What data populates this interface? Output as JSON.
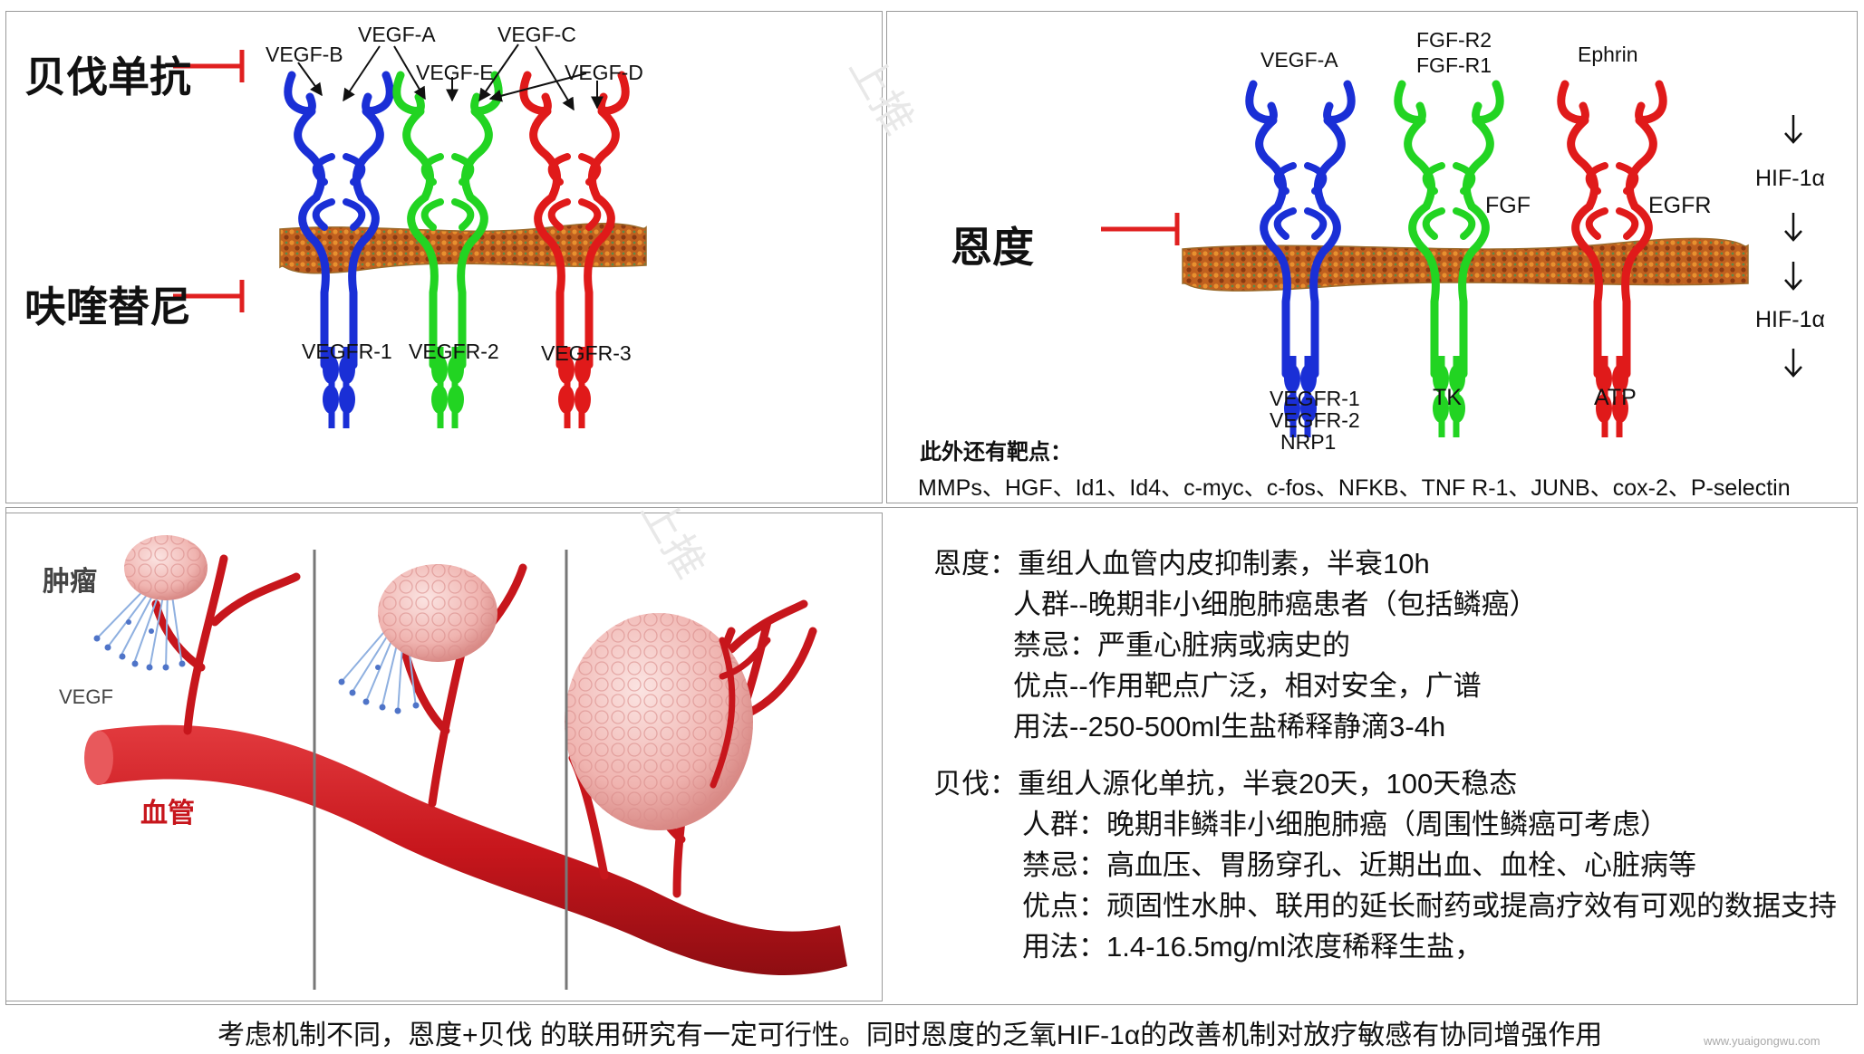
{
  "top_left": {
    "drug_top": "贝伐单抗",
    "drug_bottom": "呋喹替尼",
    "ligands": [
      "VEGF-B",
      "VEGF-A",
      "VEGF-E",
      "VEGF-C",
      "VEGF-D"
    ],
    "receptors": [
      "VEGFR-1",
      "VEGFR-2",
      "VEGFR-3"
    ]
  },
  "top_right": {
    "drug": "恩度",
    "ligands": [
      "VEGF-A",
      "FGF-R2",
      "FGF-R1",
      "Ephrin"
    ],
    "mid_labels": [
      "FGF",
      "EGFR"
    ],
    "hif_labels": [
      "HIF-1α",
      "HIF-1α"
    ],
    "receptor_labels": [
      "VEGFR-1",
      "VEGFR-2",
      "NRP1"
    ],
    "tk": "TK",
    "atp": "ATP",
    "other_title": "此外还有靶点：",
    "other_targets": "MMPs、HGF、Id1、Id4、c-myc、c-fos、NFKB、TNF R-1、JUNB、cox-2、P-selectin"
  },
  "bottom_left": {
    "tumor_label": "肿瘤",
    "vegf_label": "VEGF",
    "vessel_label": "血管"
  },
  "bottom_right": {
    "endostar": [
      "恩度：重组人血管内皮抑制素，半衰10h",
      "人群--晚期非小细胞肺癌患者（包括鳞癌）",
      "禁忌：严重心脏病或病史的",
      "优点--作用靶点广泛，相对安全，广谱",
      "用法--250-500ml生盐稀释静滴3-4h"
    ],
    "bev": [
      "贝伐：重组人源化单抗，半衰20天，100天稳态",
      "人群：晚期非鳞非小细胞肺癌（周围性鳞癌可考虑）",
      "禁忌：高血压、胃肠穿孔、近期出血、血栓、心脏病等",
      "优点：顽固性水肿、联用的延长耐药或提高疗效有可观的数据支持",
      "用法：1.4-16.5mg/ml浓度稀释生盐，"
    ]
  },
  "footer": "考虑机制不同，恩度+贝伐 的联用研究有一定可行性。同时恩度的乏氧HIF-1α的改善机制对放疗敏感有协同增强作用",
  "watermark": [
    "上推",
    "上推"
  ],
  "site": "www.yuaigongwu.com",
  "colors": {
    "inhibit": "#e02020",
    "vegfr1": "#1a2fd6",
    "vegfr2": "#22d422",
    "vegfr3": "#e01a1a",
    "vessel": "#c7161c",
    "membrane": "#b4521c"
  }
}
